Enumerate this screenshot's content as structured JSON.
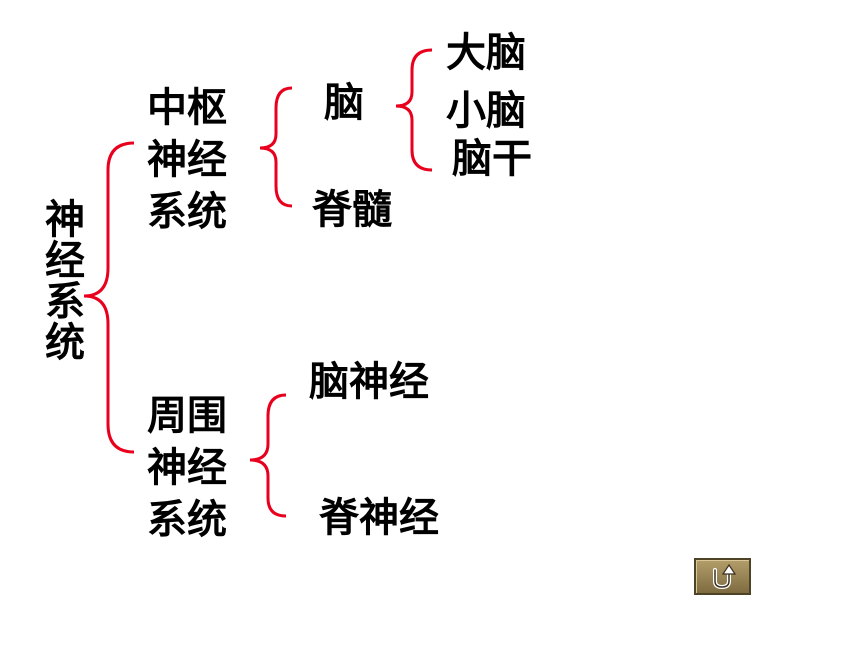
{
  "root": {
    "label": "神经系统"
  },
  "central": {
    "label_lines": [
      "中枢",
      "神经",
      "系统"
    ],
    "brain": {
      "label": "脑",
      "parts": [
        "大脑",
        "小脑",
        "脑干"
      ]
    },
    "spinal_cord": "脊髓"
  },
  "peripheral": {
    "label_lines": [
      "周围",
      "神经",
      "系统"
    ],
    "cranial_nerves": "脑神经",
    "spinal_nerves": "脊神经"
  },
  "colors": {
    "text": "#000000",
    "brace": "#e8001c",
    "button": "#9c8756",
    "button_icon": "#ffffff"
  },
  "nav": {
    "back_button_icon": "u-turn-back-icon"
  }
}
